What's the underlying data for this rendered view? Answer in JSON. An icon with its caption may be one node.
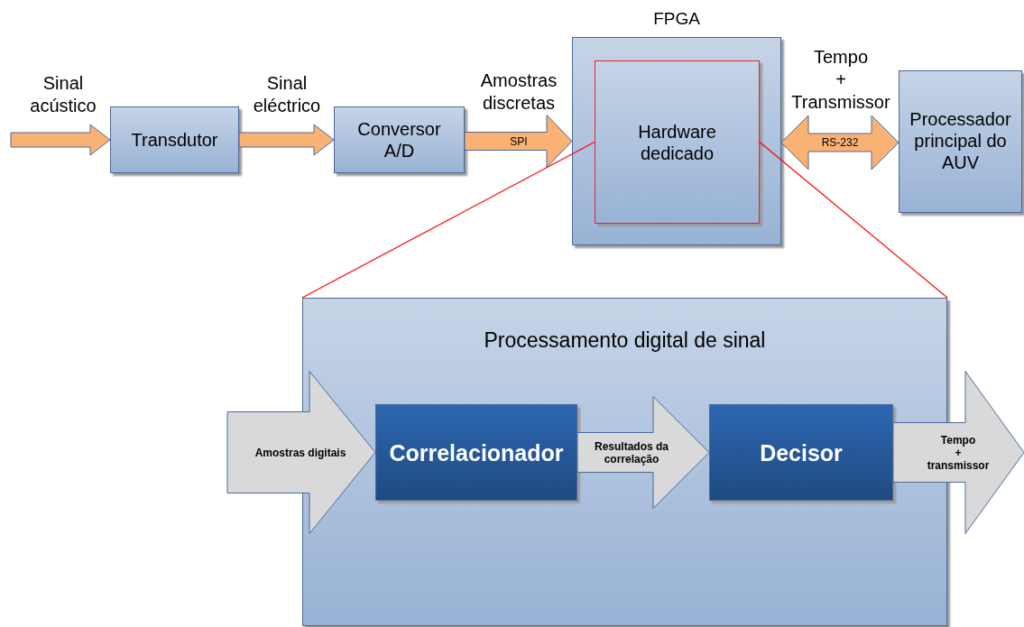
{
  "diagram": {
    "nodes": [
      {
        "text": [
          "Transdutor"
        ]
      },
      {
        "text": [
          "Conversor A/D"
        ]
      },
      {
        "text": [
          "FPGA"
        ]
      },
      {
        "text": [
          "Hardware dedicado"
        ],
        "in": 2
      },
      {
        "text": [
          "Processador principal do AUV"
        ]
      },
      {
        "text": [
          "Processamento digital de sinal"
        ]
      },
      {
        "text": [
          "Correlacionador"
        ],
        "in": 5
      },
      {
        "text": [
          "Decisor"
        ],
        "in": 5
      }
    ],
    "edges": [
      {
        "from": null,
        "to": 0,
        "arrow": "to",
        "style": "thick"
      },
      {
        "from": 0,
        "to": 1,
        "arrow": "to",
        "style": "thick"
      },
      {
        "from": 1,
        "to": 2,
        "arrow": "to",
        "style": "thick",
        "label": "SPI"
      },
      {
        "from": 2,
        "to": 4,
        "arrow": "both",
        "style": "thick",
        "label": "RS-232"
      },
      {
        "from": 3,
        "to": 5,
        "arrow": "none",
        "color": "#ff0000"
      },
      {
        "from": 3,
        "to": 5,
        "arrow": "none",
        "color": "#ff0000"
      },
      {
        "from": null,
        "to": 6,
        "arrow": "to",
        "style": "thick",
        "color": "#d9d9d9",
        "label": "Amostras digitais"
      },
      {
        "from": 6,
        "to": 7,
        "arrow": "to",
        "style": "thick",
        "color": "#d9d9d9",
        "label": "Resultados da correlação"
      },
      {
        "from": 7,
        "to": null,
        "arrow": "to",
        "style": "thick",
        "color": "#d9d9d9",
        "label": "Tempo + transmissor"
      }
    ],
    "labels": [
      "Sinal acústico",
      "Sinal eléctrico",
      "Amostras discretas",
      "Tempo + Transmissor"
    ]
  }
}
